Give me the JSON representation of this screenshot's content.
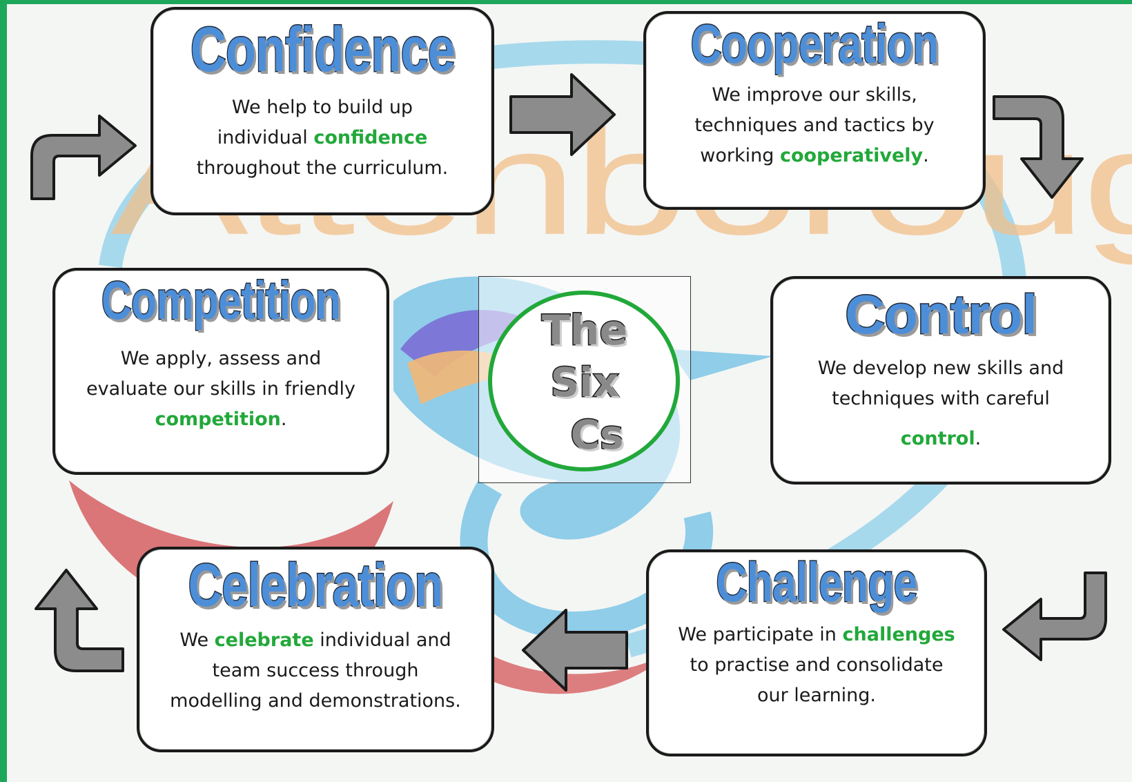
{
  "watermark": "Attenborough",
  "center": {
    "line1": "The",
    "line2": "Six",
    "line3": "Cs"
  },
  "cards": {
    "confidence": {
      "title": "Confidence",
      "l1": "We help to build up",
      "l2a": "individual ",
      "l2hl": "confidence",
      "l3": "throughout the curriculum."
    },
    "cooperation": {
      "title": "Cooperation",
      "l1": "We improve our skills,",
      "l2": "techniques and tactics by",
      "l3a": "working ",
      "l3hl": "cooperatively",
      "l3b": "."
    },
    "competition": {
      "title": "Competition",
      "l1": "We apply, assess and",
      "l2": "evaluate our skills in friendly",
      "l3hl": "competition",
      "l3b": "."
    },
    "control": {
      "title": "Control",
      "l1": "We develop new skills and",
      "l2": "techniques with careful",
      "l3hl": "control",
      "l3b": "."
    },
    "celebration": {
      "title": "Celebration",
      "l1a": "We ",
      "l1hl": "celebrate",
      "l1b": " individual and",
      "l2": "team success through",
      "l3": "modelling and demonstrations."
    },
    "challenge": {
      "title": "Challenge",
      "l1a": "We participate in ",
      "l1hl": "challenges",
      "l2": "to practise and consolidate",
      "l3": "our learning."
    }
  },
  "colors": {
    "title_blue": "#4d8ed8",
    "highlight_green": "#22a83a",
    "frame_green": "#1ea65a",
    "arrow_grey": "#8c8c8c"
  }
}
